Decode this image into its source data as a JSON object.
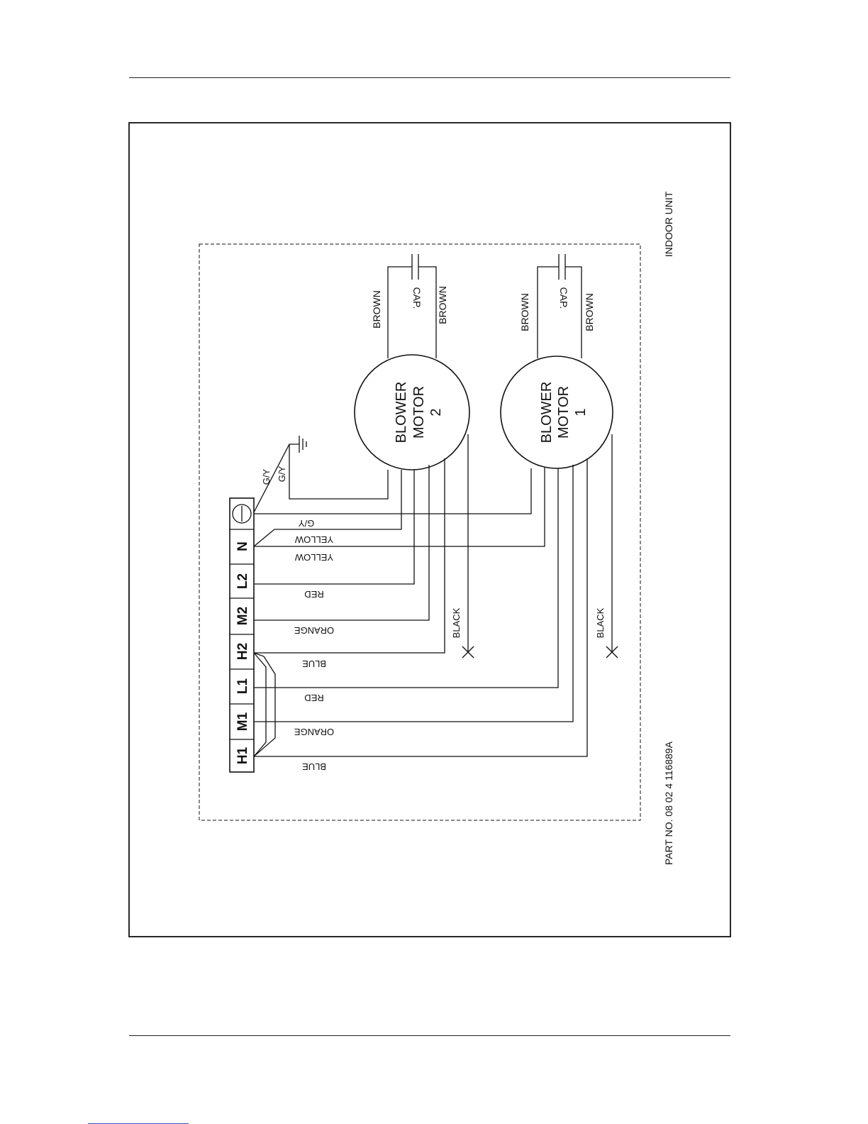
{
  "diagram": {
    "unit_label": "INDOOR UNIT",
    "part_number": "PART NO. 08 02 4 116889A",
    "terminals": [
      "⏚",
      "N",
      "L2",
      "M2",
      "H2",
      "L1",
      "M1",
      "H1"
    ],
    "motors": [
      {
        "line1": "BLOWER",
        "line2": "MOTOR",
        "line3": "2",
        "cap_label": "CAP.",
        "lead_a": "BROWN",
        "lead_b": "BROWN",
        "black_label": "BLACK"
      },
      {
        "line1": "BLOWER",
        "line2": "MOTOR",
        "line3": "1",
        "cap_label": "CAP.",
        "lead_a": "BROWN",
        "lead_b": "BROWN",
        "black_label": "BLACK"
      }
    ],
    "ground_labels": [
      "G/Y",
      "G/Y"
    ],
    "wire_labels": {
      "gy": "G/Y",
      "yellow_2": "YELLOW",
      "yellow_1": "YELLOW",
      "red_2": "RED",
      "orange_2": "ORANGE",
      "blue_2": "BLUE",
      "red_1": "RED",
      "orange_1": "ORANGE",
      "blue_1": "BLUE"
    }
  }
}
